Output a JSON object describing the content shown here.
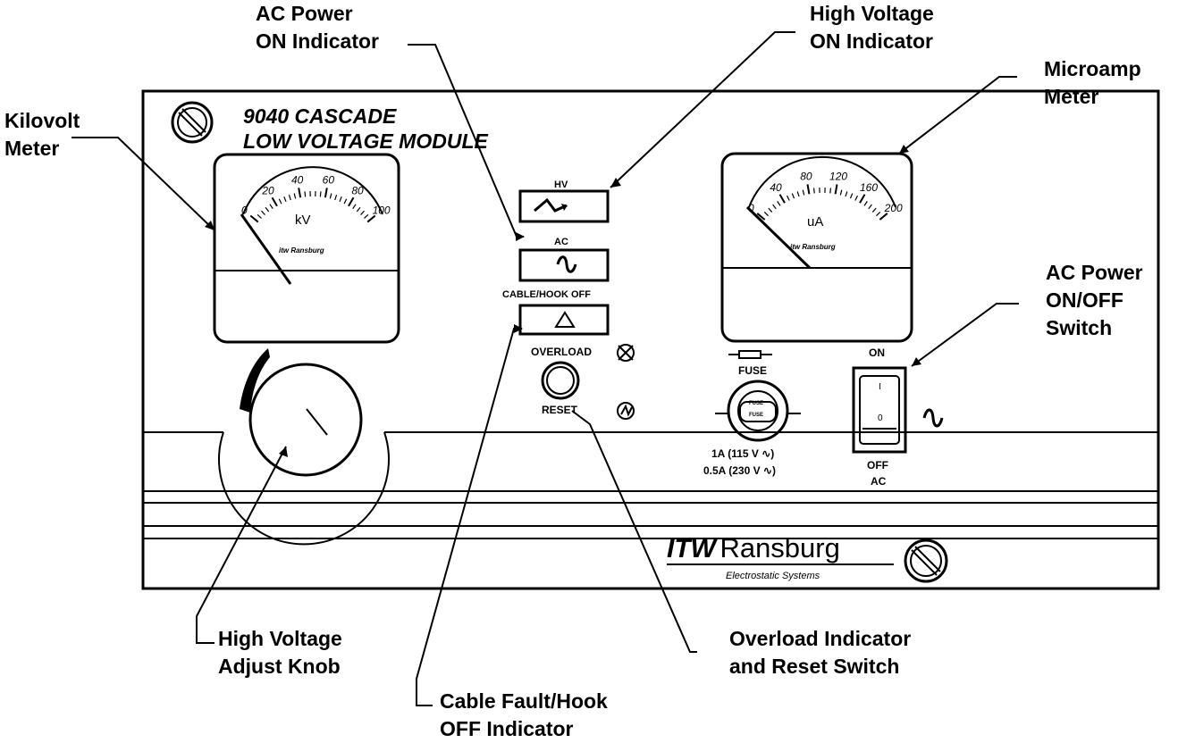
{
  "callouts": {
    "ac_power_on": [
      "AC Power",
      "ON Indicator"
    ],
    "hv_on": [
      "High Voltage",
      "ON Indicator"
    ],
    "kilovolt_meter": [
      "Kilovolt",
      "Meter"
    ],
    "microamp_meter": [
      "Microamp",
      "Meter"
    ],
    "ac_switch": [
      "AC Power",
      "ON/OFF",
      "Switch"
    ],
    "hv_knob": [
      "High Voltage",
      "Adjust Knob"
    ],
    "overload": [
      "Overload Indicator",
      "and Reset Switch"
    ],
    "cable_fault": [
      "Cable Fault/Hook",
      "OFF Indicator"
    ]
  },
  "panel": {
    "title": [
      "9040 CASCADE",
      "LOW VOLTAGE MODULE"
    ],
    "kv_meter": {
      "unit": "kV",
      "ticks": [
        "0",
        "20",
        "40",
        "60",
        "80",
        "100"
      ],
      "needle_value": 0,
      "logo": "itw Ransburg"
    },
    "ua_meter": {
      "unit": "uA",
      "ticks": [
        "0",
        "40",
        "80",
        "120",
        "160",
        "200"
      ],
      "needle_value": 0,
      "logo": "itw Ransburg"
    },
    "indicators": {
      "hv_label": "HV",
      "ac_label": "AC",
      "cable_label": "CABLE/HOOK OFF"
    },
    "overload_label": "OVERLOAD",
    "reset_label": "RESET",
    "fuse_label": "FUSE",
    "fuse_cap_text": "FUSE",
    "fuse_rating_1": "1A (115 V ∿)",
    "fuse_rating_2": "0.5A (230 V ∿)",
    "switch_on": "ON",
    "switch_off": "OFF",
    "switch_ac": "AC",
    "switch_mark_on": "I",
    "switch_mark_off": "0",
    "brand_itw": "ITW",
    "brand_name": "Ransburg",
    "brand_sub": "Electrostatic Systems"
  }
}
